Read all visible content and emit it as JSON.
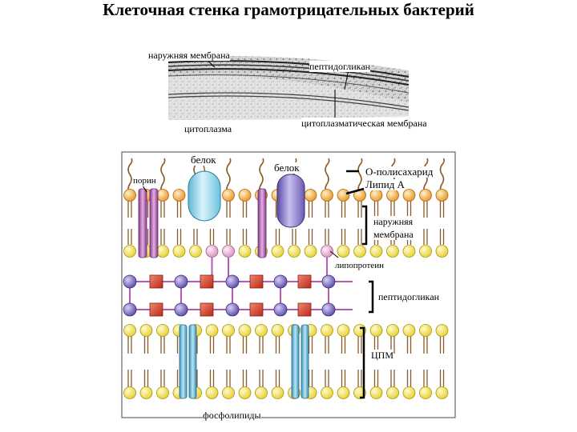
{
  "title": "Клеточная стенка грамотрицательных бактерий",
  "micrograph": {
    "outer_membrane": "наружняя мембрана",
    "peptidoglycan": "пептидогликан",
    "cytoplasm": "цитоплазма",
    "cytoplasmic_membrane": "цитоплазматическая мембрана"
  },
  "model": {
    "protein_1": "белок",
    "protein_2": "белок",
    "porin": "порин",
    "o_polysaccharide": "О-полисахарид",
    "lipid_a": "Липид А",
    "outer_membrane_l1": "наружняя",
    "outer_membrane_l2": "мембрана",
    "lipoprotein": "липопротеин",
    "peptidoglycan": "пептидогликан",
    "cpm": "ЦПМ",
    "phospholipids": "фосфолипиды"
  },
  "colors": {
    "lipid_orange": "#f0a63a",
    "lipid_yellow": "#f4e44a",
    "lipoprotein_pink": "#eab8d8",
    "nam_red": "#d83a2a",
    "nag_purple": "#7c6ec0",
    "porin_purple": "#b45ab4",
    "protein_blue": "#a8e2f2",
    "protein_violet": "#8c7cc8",
    "channel_blue": "#5ab2d2",
    "tail_brown": "#8a5a28"
  }
}
